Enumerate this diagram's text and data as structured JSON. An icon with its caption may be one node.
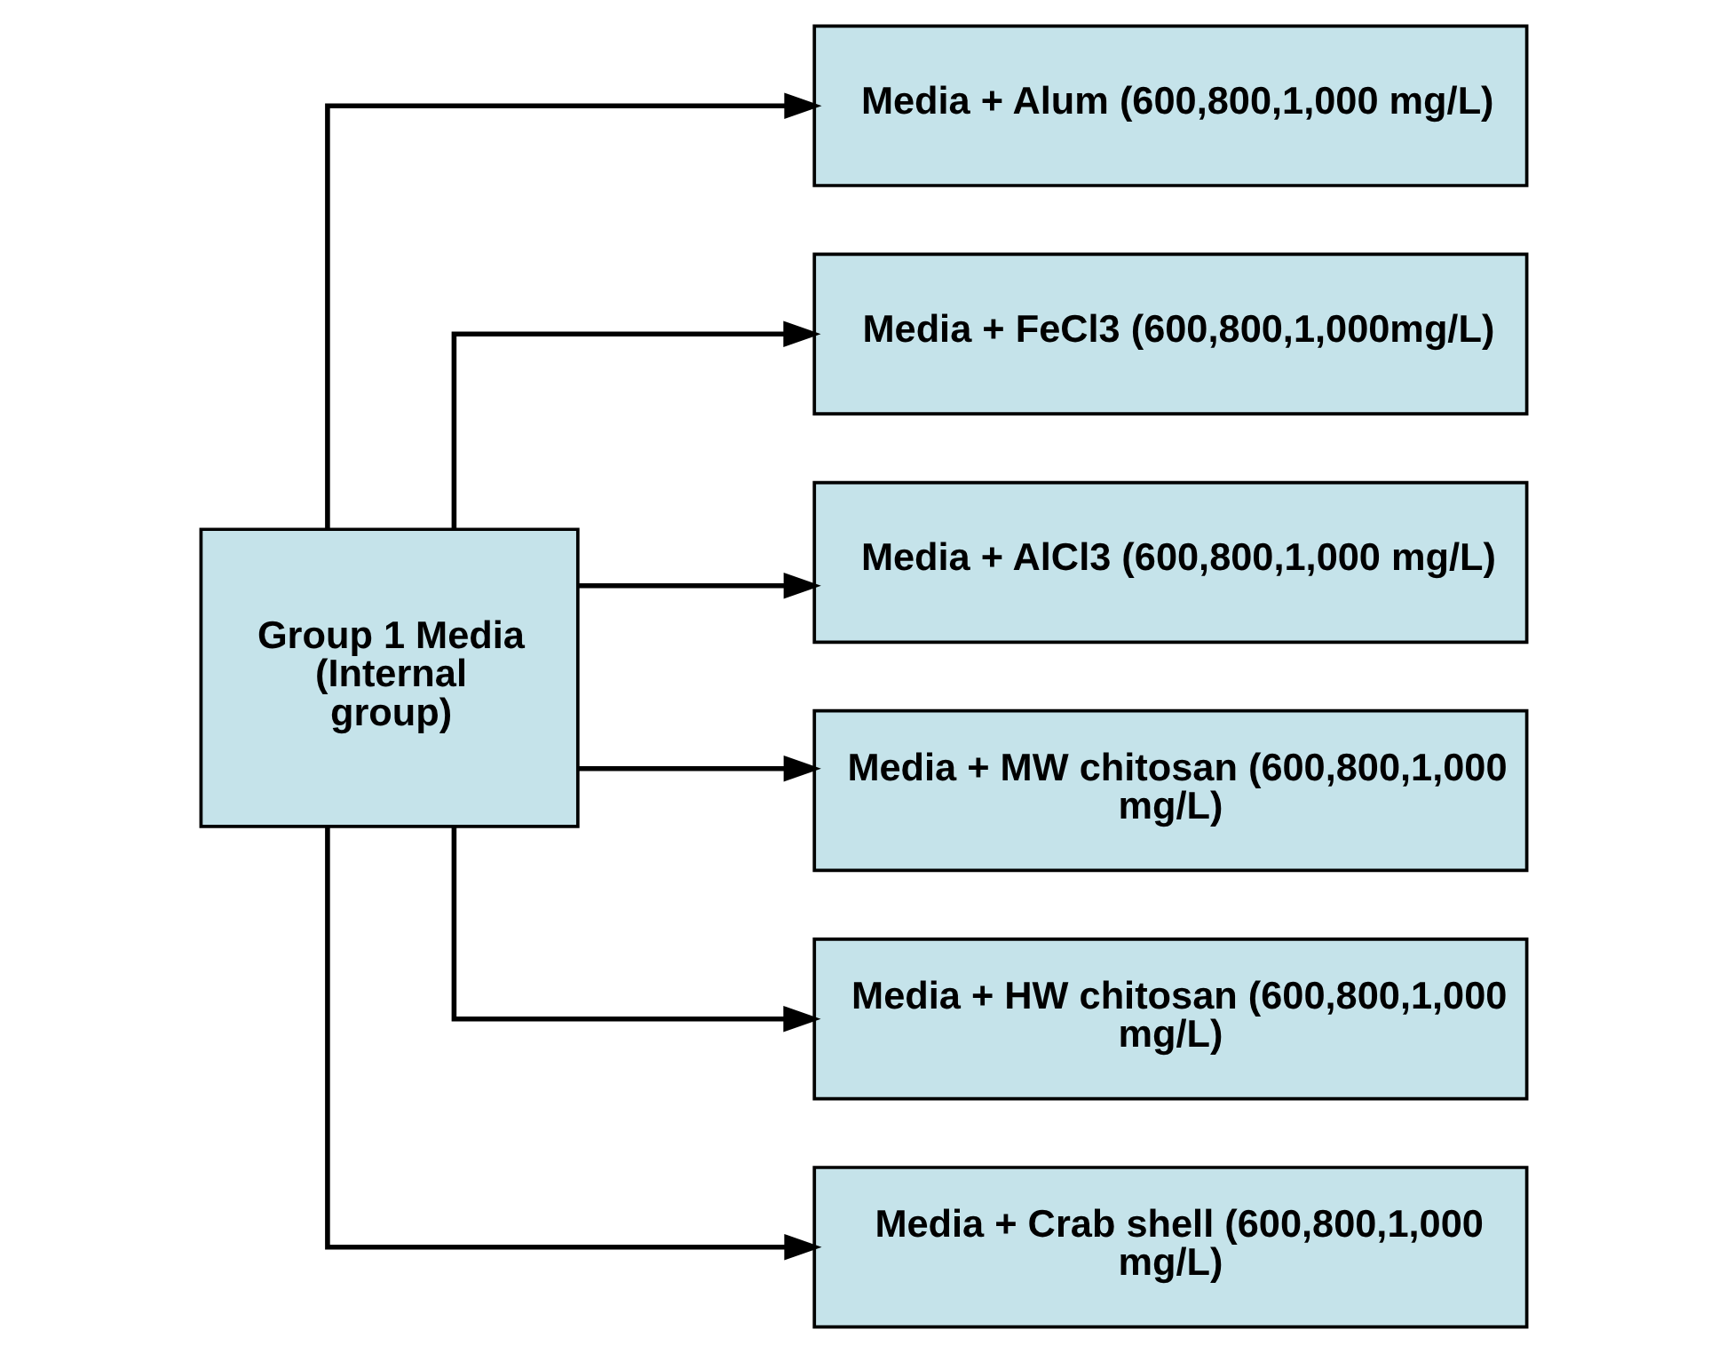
{
  "diagram": {
    "nodes": [
      {
        "text": [
          "Group 1 Media (Internal group)"
        ]
      },
      {
        "text": [
          "Media + Alum (600,800,1,000 mg/L)"
        ]
      },
      {
        "text": [
          "Media + FeCl3 (600,800,1,000mg/L)"
        ]
      },
      {
        "text": [
          "Media + AlCl3 (600,800,1,000 mg/L)"
        ]
      },
      {
        "text": [
          "Media + MW chitosan (600,800,1,000 mg/L)"
        ]
      },
      {
        "text": [
          "Media + HW chitosan (600,800,1,000 mg/L)"
        ]
      },
      {
        "text": [
          "Media + Crab shell (600,800,1,000 mg/L)"
        ]
      }
    ],
    "edges": [
      {
        "from": 0,
        "to": 1,
        "arrow": "to"
      },
      {
        "from": 0,
        "to": 2,
        "arrow": "to"
      },
      {
        "from": 0,
        "to": 3,
        "arrow": "to"
      },
      {
        "from": 0,
        "to": 4,
        "arrow": "to"
      },
      {
        "from": 0,
        "to": 5,
        "arrow": "to"
      },
      {
        "from": 0,
        "to": 6,
        "arrow": "to"
      }
    ]
  }
}
